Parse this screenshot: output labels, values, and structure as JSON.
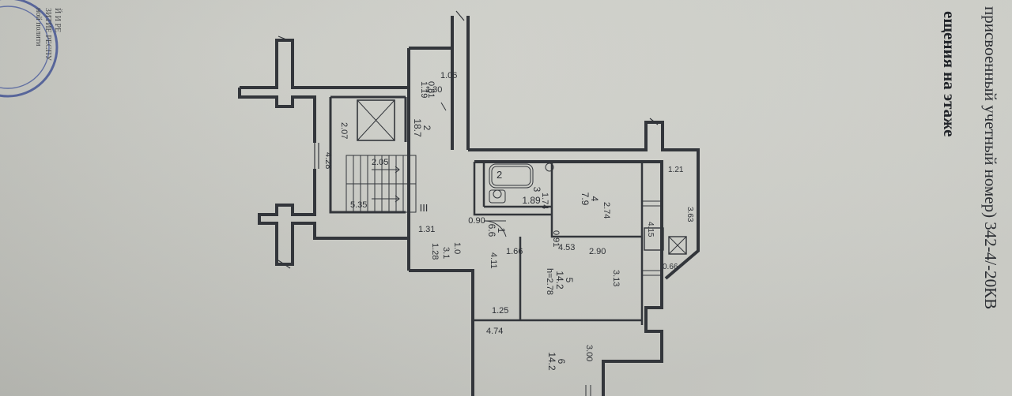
{
  "sheet": {
    "header_line_1": "присвоенный учетный номер) 342-4/-20КВ",
    "header_line_2": "ещения на этаже"
  },
  "stamp": {
    "lines": [
      "ной полити",
      "ЗИТИЕ РЕСПУ",
      "Й И РЕ"
    ]
  },
  "stair": {
    "label": "III"
  },
  "rooms": [
    {
      "number": "2",
      "area": "18.7"
    },
    {
      "number": "1",
      "area": "6.6"
    },
    {
      "number": "2",
      "area": ""
    },
    {
      "number": "3",
      "area": "1.89"
    },
    {
      "number": "4",
      "area": "7.9"
    },
    {
      "number": "5",
      "area": "14.2"
    },
    {
      "number": "6",
      "area": "14.2"
    }
  ],
  "dimensions": [
    "1.06",
    "0.81",
    "1.19",
    "1.30",
    "2.07",
    "4.28",
    "2.05",
    "5.35",
    "1.31",
    "1.28",
    "3.1",
    "1.0",
    "0.90",
    "1.74",
    "0.91",
    "1.66",
    "2.74",
    "2.90",
    "4.53",
    "4.11",
    "3.13",
    "1.25",
    "4.74",
    "3.00",
    "1.21",
    "4.15",
    "3.63",
    "0.66",
    "h=2.78"
  ],
  "colors": {
    "paper": "#d2d3cd",
    "ink": "#2b2e33",
    "wall": "#35383d"
  }
}
